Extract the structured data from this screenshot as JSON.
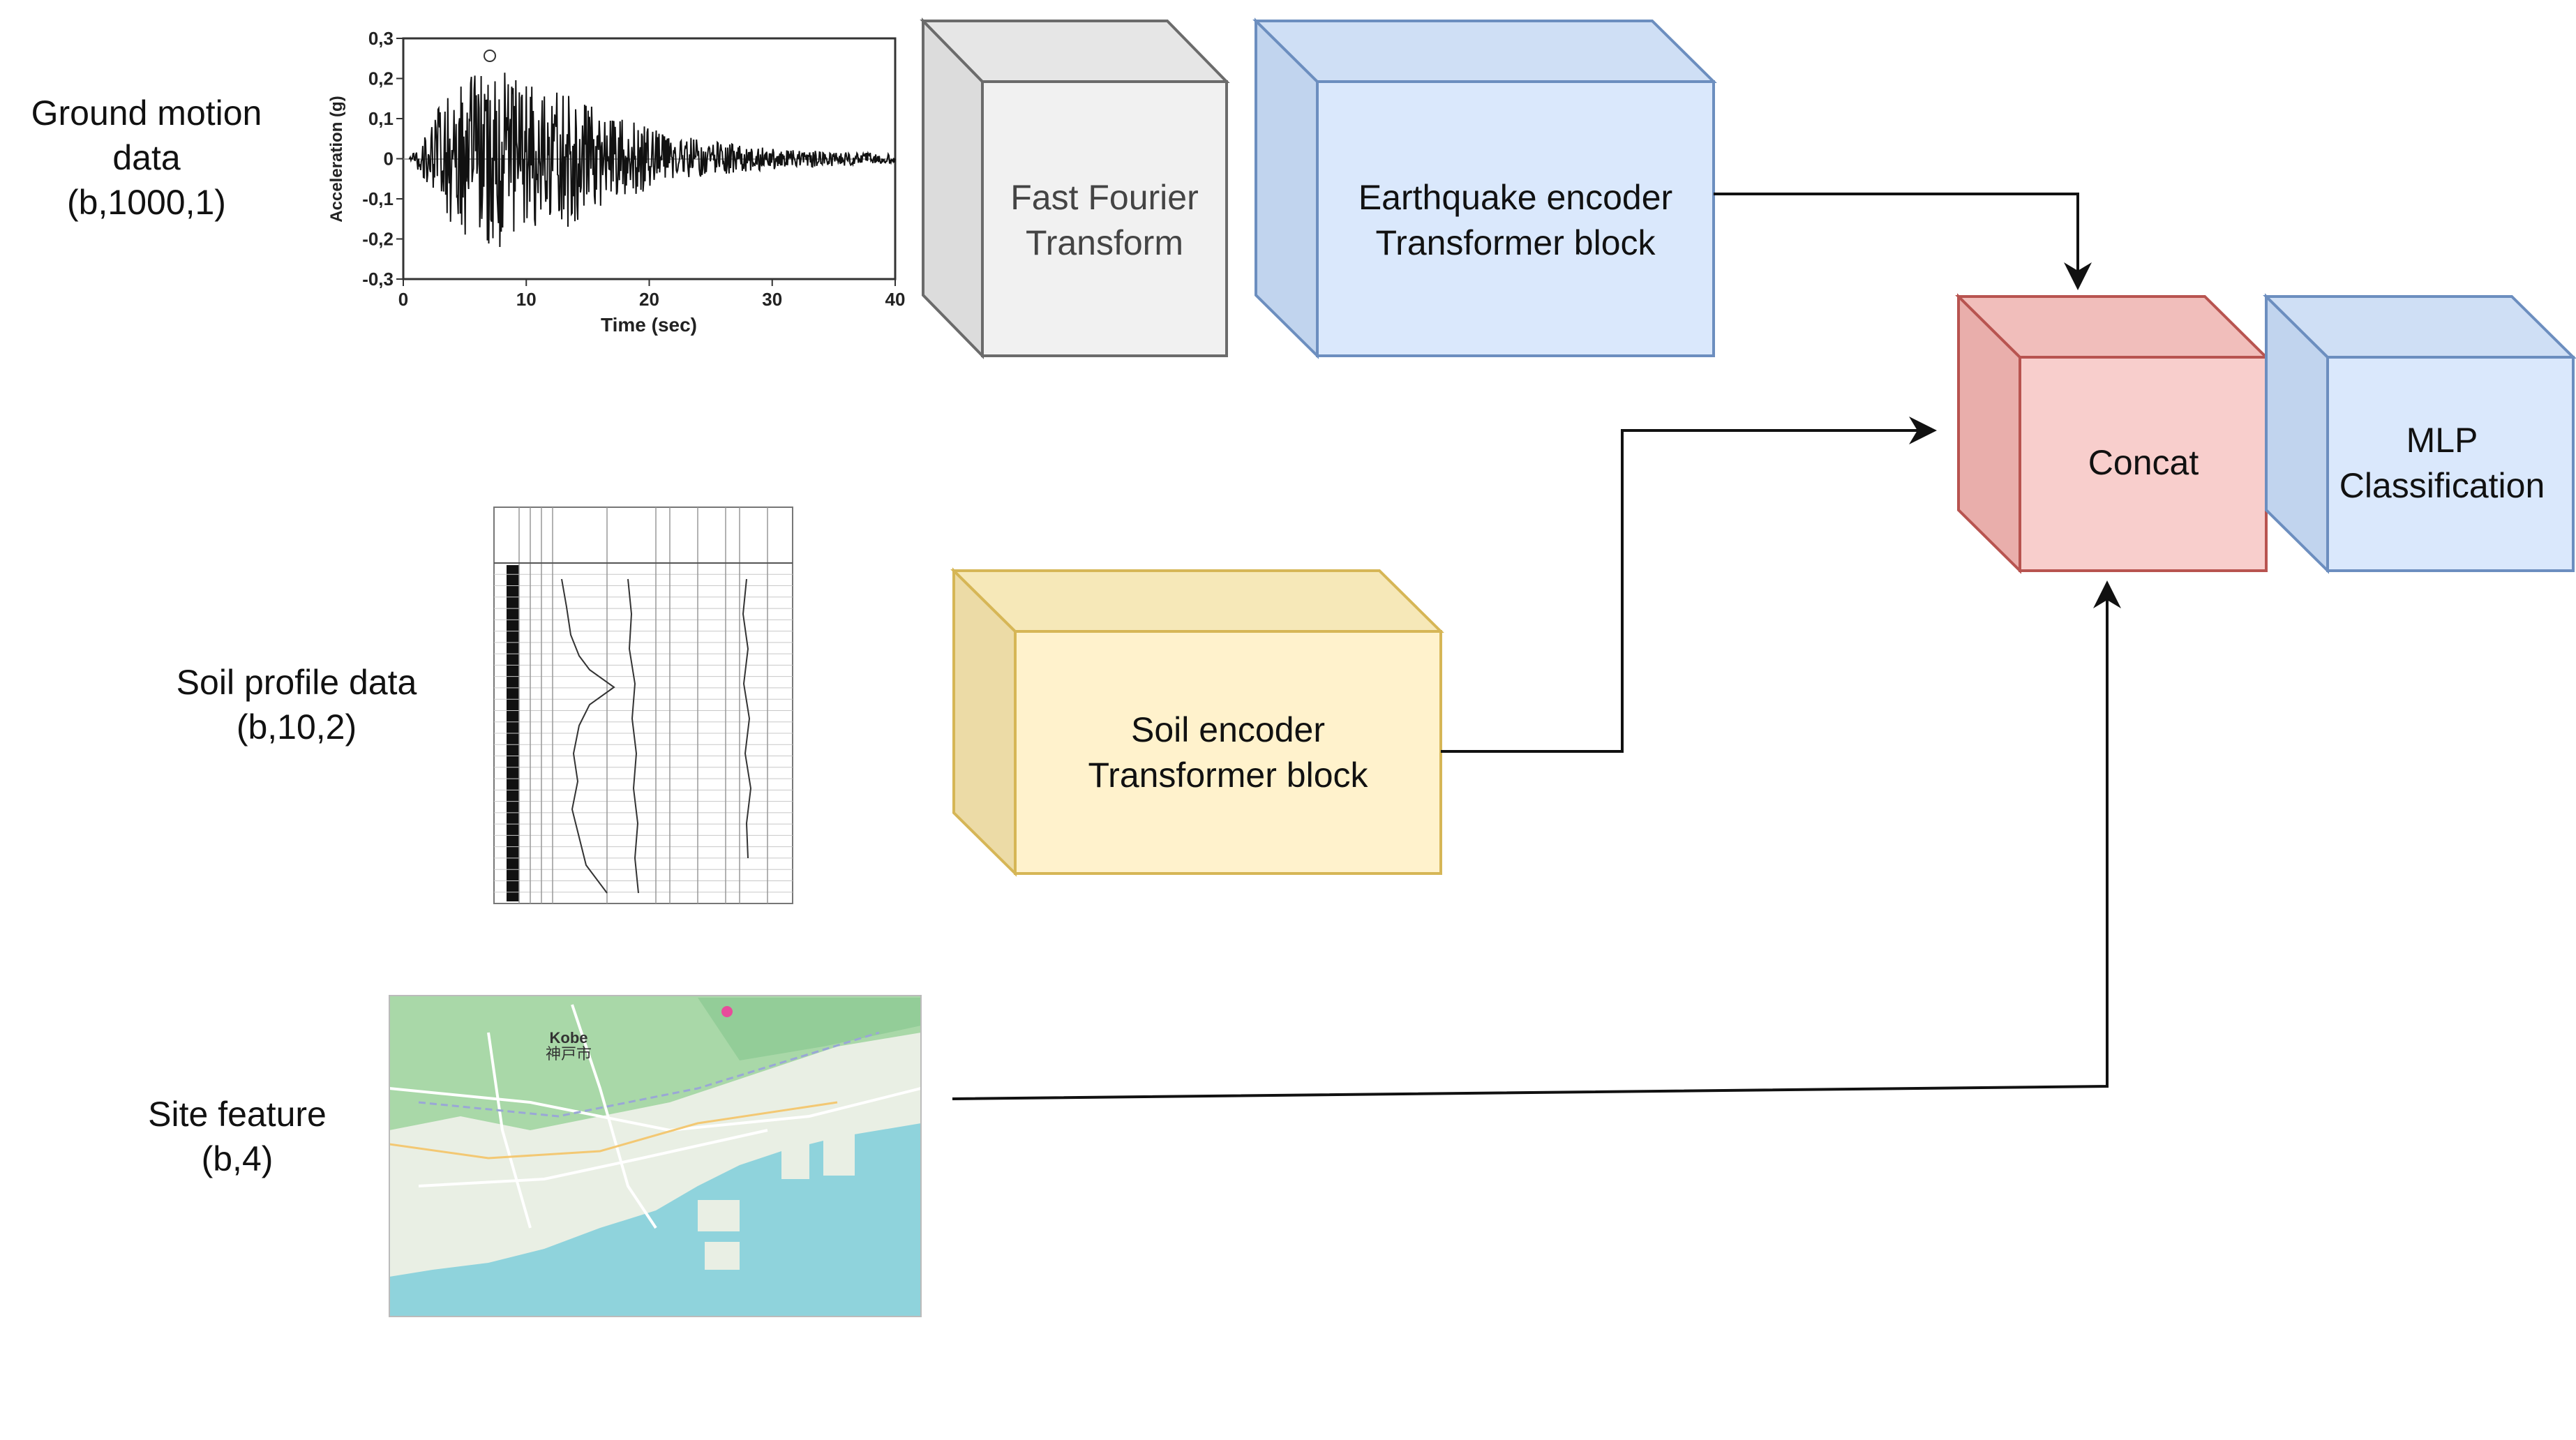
{
  "inputs": {
    "ground_motion": {
      "line1": "Ground motion",
      "line2": "data",
      "line3": "(b,1000,1)"
    },
    "soil_profile": {
      "line1": "Soil profile  data",
      "line2": "(b,10,2)"
    },
    "site_feature": {
      "line1": "Site feature",
      "line2": "(b,4)"
    }
  },
  "blocks": {
    "fft": {
      "line1": "Fast Fourier",
      "line2": "Transform",
      "face": "#f1f1f1",
      "side": "#dcdcdc",
      "stroke": "#6b6b6b"
    },
    "eq_encoder": {
      "line1": "Earthquake encoder",
      "line2": "Transformer block",
      "face": "#dae8fc",
      "side": "#c1d4ee",
      "stroke": "#6c8ebf"
    },
    "soil_encoder": {
      "line1": "Soil encoder",
      "line2": "Transformer block",
      "face": "#fff2cc",
      "side": "#ecdba6",
      "stroke": "#d6b656"
    },
    "concat": {
      "line1": "Concat",
      "face": "#f8cecc",
      "side": "#e9aeab",
      "stroke": "#b85450"
    },
    "mlp": {
      "line1": "MLP",
      "line2": "Classification",
      "face": "#dae8fc",
      "side": "#c1d4ee",
      "stroke": "#6c8ebf"
    }
  },
  "seismogram": {
    "ylabel": "Acceleration (g)",
    "xlabel": "Time (sec)",
    "yticks": [
      "0,3",
      "0,2",
      "0,1",
      "0",
      "-0,1",
      "-0,2",
      "-0,3"
    ],
    "xticks": [
      "0",
      "10",
      "20",
      "30",
      "40"
    ]
  },
  "map": {
    "city_en": "Kobe",
    "city_jp": "神戸市",
    "colors": {
      "sea": "#8fd3dc",
      "land": "#e9efe4",
      "green": "#a9d8a8"
    }
  },
  "colors": {
    "arrow": "#111111"
  }
}
